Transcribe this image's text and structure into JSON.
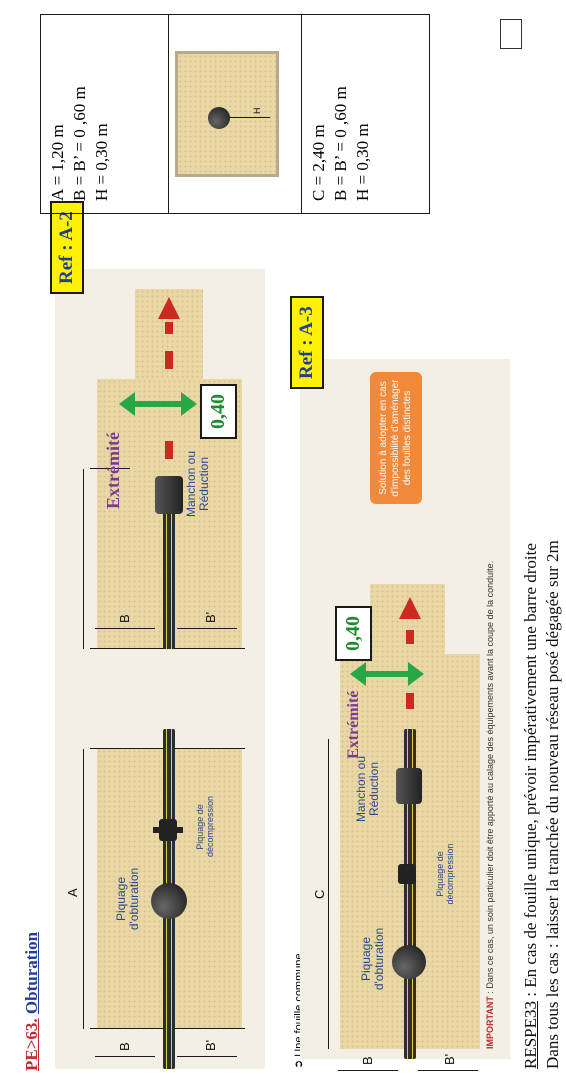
{
  "section": {
    "number": "PE>63.",
    "title": "Obturation"
  },
  "diagram_top": {
    "dim_A": "A",
    "dim_B_top": "B",
    "dim_B_bottom": "B'",
    "dim_B_right_top": "B",
    "dim_B_right_bottom": "B'",
    "label_piquage_obturation": "Piquage d'obturation",
    "label_piquage_decompression": "Piquage de décompression",
    "label_manchon": "Manchon ou Réduction",
    "label_extremite": "Extrémité",
    "dim_value": "0,40",
    "ref": "Ref : A-2"
  },
  "diagram_bottom": {
    "heading": "Une fouille commune",
    "dim_C": "C",
    "dim_B_top": "B",
    "dim_B_bottom": "B'",
    "label_piquage_obturation": "Piquage d'obturation",
    "label_manchon": "Manchon ou Réduction",
    "label_piquage_decompression": "Piquage de décompression",
    "label_extremite": "Extrémité",
    "dim_value": "0,40",
    "ref": "Ref : A-3",
    "orange_note": "Solution à adopter en cas d'impossibilité d'aménager des fouilles distinctes",
    "important_label": "IMPORTANT",
    "important_text": " : Dans ce cas, un soin particulier doit être apporté au calage des équipements avant la coupe de la conduite."
  },
  "dimensions_table": {
    "row1": [
      "A = 1,20 m",
      "B = B’ = 0 ,60 m",
      "H = 0,30 m"
    ],
    "section_label": "H",
    "row3": [
      "C = 2,40 m",
      "B = B’ = 0 ,60 m",
      "H = 0,30 m"
    ]
  },
  "footer": {
    "line1_label": "RESPE33",
    "line1_text": " : En cas de fouille unique, prévoir impérativement une barre droite",
    "line2": "Dans tous les cas : laisser la tranchée du nouveau réseau posé dégagée sur 2m"
  }
}
